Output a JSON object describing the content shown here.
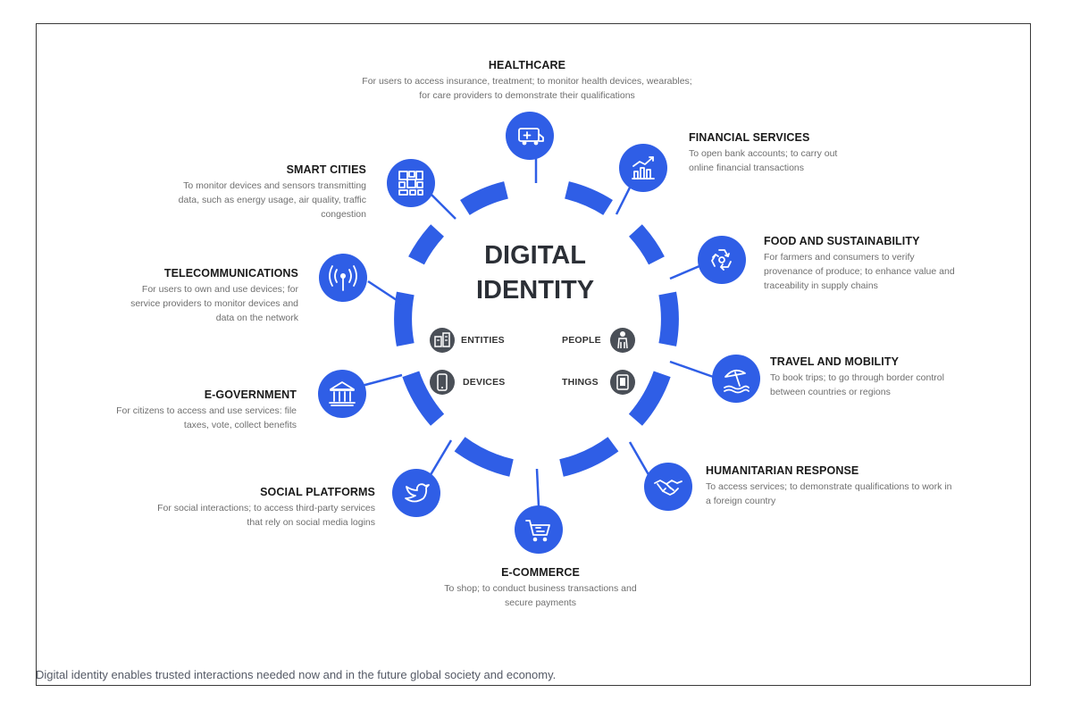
{
  "title": {
    "line1": "DIGITAL",
    "line2": "IDENTITY"
  },
  "core": {
    "entities": "ENTITIES",
    "people": "PEOPLE",
    "devices": "DEVICES",
    "things": "THINGS"
  },
  "sectors": {
    "healthcare": {
      "title": "HEALTHCARE",
      "desc1": "For users to access insurance, treatment; to monitor health devices, wearables;",
      "desc2": "for care providers to demonstrate their qualifications",
      "icon": "ambulance-icon"
    },
    "financial": {
      "title": "FINANCIAL SERVICES",
      "desc1": "To open bank accounts; to carry out",
      "desc2": "online financial transactions",
      "icon": "chart-icon"
    },
    "food": {
      "title": "FOOD AND SUSTAINABILITY",
      "desc1": "For farmers and consumers to verify",
      "desc2": "provenance of produce; to enhance value and",
      "desc3": "traceability in supply chains",
      "icon": "recycle-icon"
    },
    "travel": {
      "title": "TRAVEL AND MOBILITY",
      "desc1": "To book trips; to go through border control",
      "desc2": "between countries or regions",
      "icon": "beach-umbrella-icon"
    },
    "humanitarian": {
      "title": "HUMANITARIAN RESPONSE",
      "desc1": "To access services; to demonstrate qualifications to work in",
      "desc2": "a foreign country",
      "icon": "handshake-icon"
    },
    "ecommerce": {
      "title": "E-COMMERCE",
      "desc1": "To shop; to conduct business transactions and",
      "desc2": "secure payments",
      "icon": "shopping-cart-icon"
    },
    "social": {
      "title": "SOCIAL PLATFORMS",
      "desc1": "For social interactions; to access third-party services",
      "desc2": "that rely on social media logins",
      "icon": "bird-icon"
    },
    "egov": {
      "title": "E-GOVERNMENT",
      "desc1": "For citizens to access and use services: file",
      "desc2": "taxes, vote, collect benefits",
      "icon": "government-building-icon"
    },
    "telecom": {
      "title": "TELECOMMUNICATIONS",
      "desc1": "For users to own and use devices; for",
      "desc2": "service providers to monitor devices and",
      "desc3": "data on the network",
      "icon": "antenna-icon"
    },
    "smart": {
      "title": "SMART CITIES",
      "desc1": "To monitor devices and sensors transmitting",
      "desc2": "data, such as energy usage, air quality, traffic",
      "desc3": "congestion",
      "icon": "city-grid-icon"
    }
  },
  "caption": "Digital identity enables trusted interactions needed now and in the future global society and economy.",
  "colors": {
    "accent": "#2f5ee6",
    "heading": "#1a1a1a",
    "body": "#6f6f6f",
    "core_icon": "#4a4f57"
  }
}
